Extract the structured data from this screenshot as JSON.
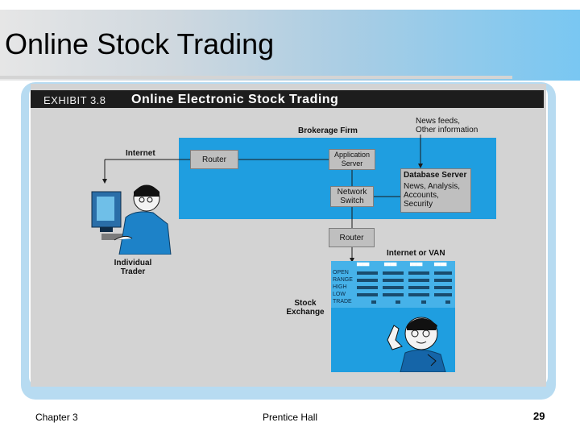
{
  "slide": {
    "title": "Online Stock Trading",
    "footer_left": "Chapter 3",
    "footer_center": "Prentice Hall",
    "page_number": "29"
  },
  "exhibit": {
    "label": "EXHIBIT 3.8",
    "title": "Online Electronic Stock Trading",
    "brokerage_firm": "Brokerage Firm",
    "internet": "Internet",
    "router_top": "Router",
    "app_server": "Application Server",
    "network_switch": "Network Switch",
    "db_server_title": "Database Server",
    "db_server_lines": [
      "News, Analysis,",
      "Accounts,",
      "Security"
    ],
    "news_feeds": [
      "News feeds,",
      "Other information"
    ],
    "router_bottom": "Router",
    "internet_or_van": "Internet or VAN",
    "individual_trader": [
      "Individual",
      "Trader"
    ],
    "stock_exchange": [
      "Stock",
      "Exchange"
    ],
    "quote_rows": [
      "OPEN",
      "RANGE",
      "HIGH",
      "LOW",
      "TRADE"
    ],
    "colors": {
      "firm_blue": "#1f9ee0",
      "table_blue": "#46b2e9",
      "box_gray": "#bfbfbf",
      "panel_gray": "#d3d3d3"
    }
  }
}
